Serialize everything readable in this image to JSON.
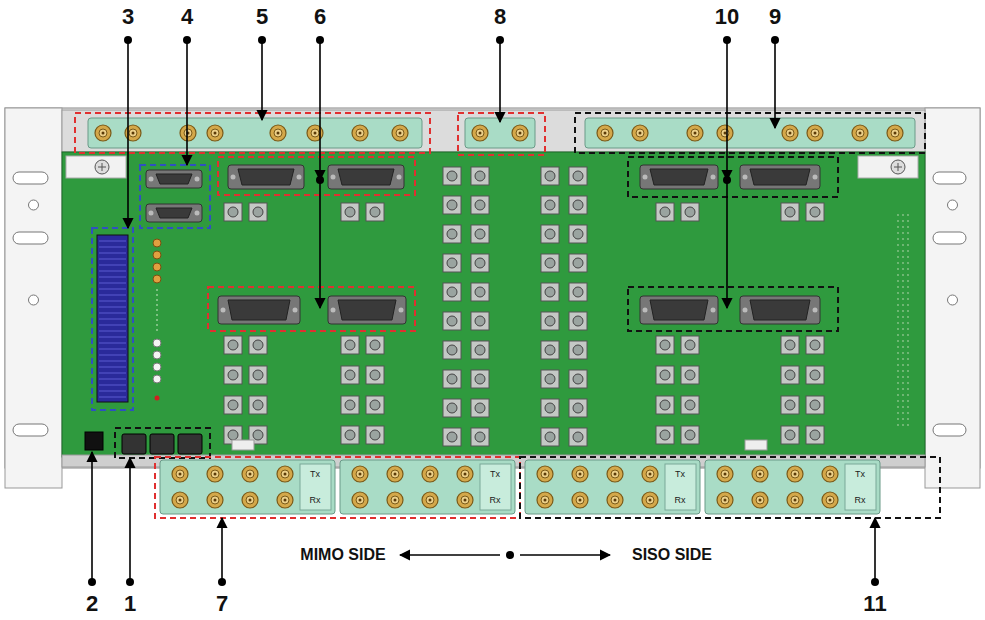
{
  "diagram": {
    "labels": [
      "3",
      "4",
      "5",
      "6",
      "8",
      "10",
      "9",
      "Tx",
      "Rx",
      "Tx",
      "Rx",
      "Tx",
      "Rx",
      "Tx",
      "Rx",
      "MIMO SIDE",
      "SISO SIDE",
      "2",
      "1",
      "7",
      "11"
    ]
  }
}
